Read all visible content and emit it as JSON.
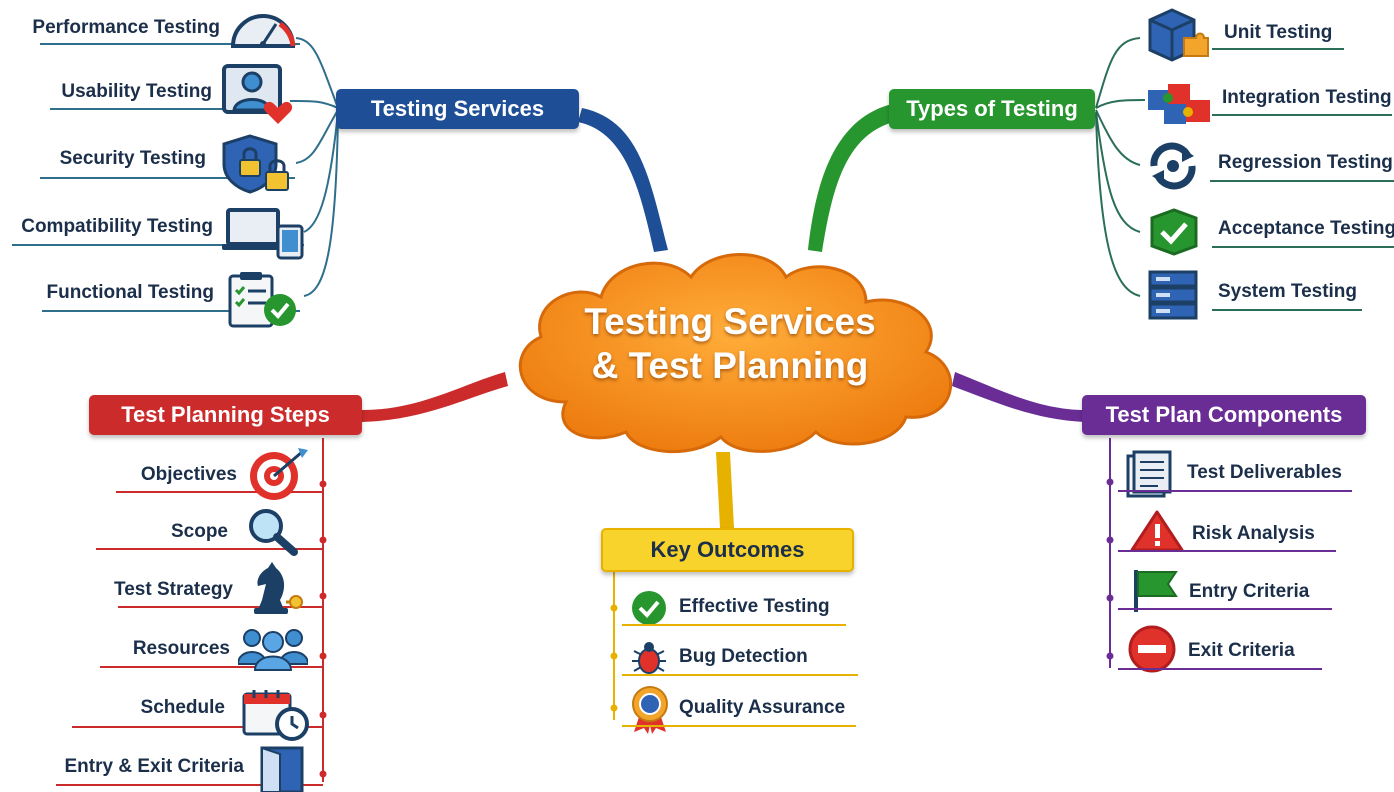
{
  "center": {
    "title_line1": "Testing Services",
    "title_line2": "& Test Planning"
  },
  "colors": {
    "services": "#1e4f96",
    "types": "#27962f",
    "planning": "#cc2b2b",
    "components": "#6a2d95",
    "outcomes": "#e7b100",
    "center": "#f4901e"
  },
  "testing_services": {
    "label": "Testing Services",
    "items": [
      {
        "label": "Performance Testing",
        "icon": "speedometer-icon"
      },
      {
        "label": "Usability Testing",
        "icon": "user-heart-icon"
      },
      {
        "label": "Security Testing",
        "icon": "shield-lock-icon"
      },
      {
        "label": "Compatibility Testing",
        "icon": "devices-icon"
      },
      {
        "label": "Functional Testing",
        "icon": "checklist-icon"
      }
    ]
  },
  "types_of_testing": {
    "label": "Types of Testing",
    "items": [
      {
        "label": "Unit Testing",
        "icon": "cube-puzzle-icon"
      },
      {
        "label": "Integration Testing",
        "icon": "puzzle-icon"
      },
      {
        "label": "Regression Testing",
        "icon": "cycle-icon"
      },
      {
        "label": "Acceptance Testing",
        "icon": "check-box-icon"
      },
      {
        "label": "System Testing",
        "icon": "server-icon"
      }
    ]
  },
  "test_planning_steps": {
    "label": "Test Planning Steps",
    "items": [
      {
        "label": "Objectives",
        "icon": "target-icon"
      },
      {
        "label": "Scope",
        "icon": "magnifier-icon"
      },
      {
        "label": "Test Strategy",
        "icon": "chess-knight-icon"
      },
      {
        "label": "Resources",
        "icon": "team-icon"
      },
      {
        "label": "Schedule",
        "icon": "calendar-clock-icon"
      },
      {
        "label": "Entry & Exit Criteria",
        "icon": "door-icon"
      }
    ]
  },
  "test_plan_components": {
    "label": "Test Plan Components",
    "items": [
      {
        "label": "Test Deliverables",
        "icon": "document-icon"
      },
      {
        "label": "Risk Analysis",
        "icon": "warning-icon"
      },
      {
        "label": "Entry Criteria",
        "icon": "flag-icon"
      },
      {
        "label": "Exit Criteria",
        "icon": "stop-icon"
      }
    ]
  },
  "key_outcomes": {
    "label": "Key Outcomes",
    "items": [
      {
        "label": "Effective Testing",
        "icon": "check-circle-icon"
      },
      {
        "label": "Bug Detection",
        "icon": "bug-icon"
      },
      {
        "label": "Quality Assurance",
        "icon": "badge-icon"
      }
    ]
  }
}
